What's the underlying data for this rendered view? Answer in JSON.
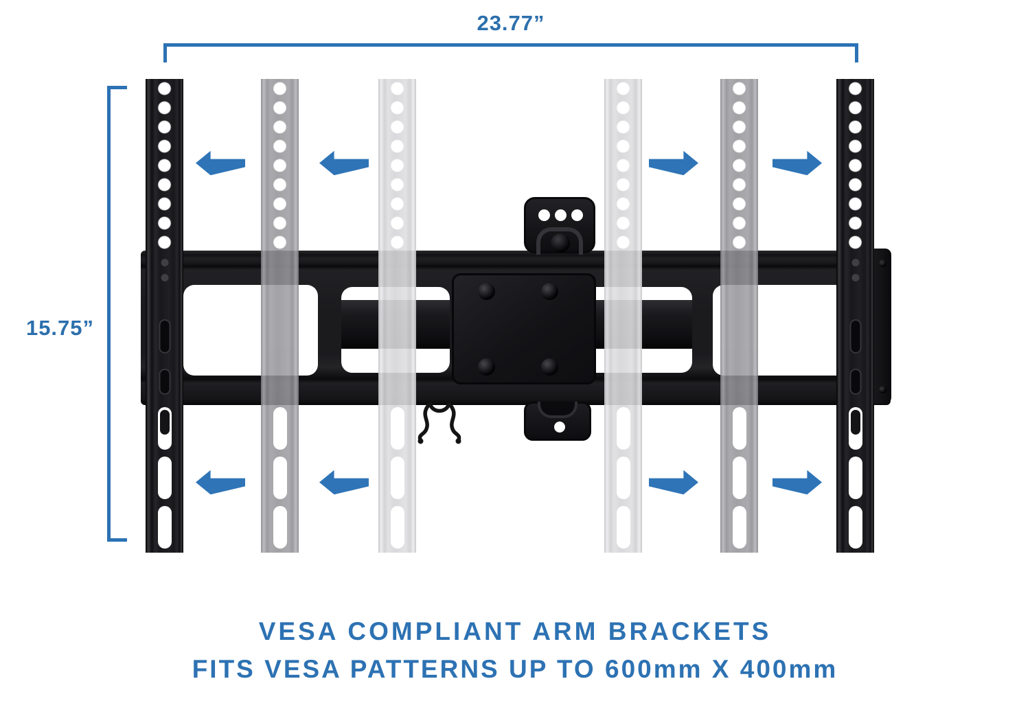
{
  "colors": {
    "accent_blue": "#2C72B4",
    "arrow_blue": "#2E74B7",
    "caption_blue": "#2D72B3",
    "bracket_black": "#1b1b1e",
    "ghost_dark_gray": "#97979b",
    "ghost_light_gray": "#d6d6d9",
    "background": "#ffffff"
  },
  "dimension_labels": {
    "width": "23.77”",
    "height": "15.75”"
  },
  "caption": {
    "line1": "VESA COMPLIANT ARM BRACKETS",
    "line2": "FITS VESA PATTERNS UP TO 600mm X 400mm"
  },
  "diagram": {
    "subject": "articulating TV wall mount with adjustable VESA arm brackets",
    "brackets": [
      {
        "name": "bracket-outer-left",
        "appearance": "solid-black"
      },
      {
        "name": "bracket-ghost-left-1",
        "appearance": "ghost-dark-gray"
      },
      {
        "name": "bracket-ghost-left-2",
        "appearance": "ghost-light-gray"
      },
      {
        "name": "bracket-ghost-right-1",
        "appearance": "ghost-light-gray"
      },
      {
        "name": "bracket-ghost-right-2",
        "appearance": "ghost-dark-gray"
      },
      {
        "name": "bracket-outer-right",
        "appearance": "solid-black"
      }
    ],
    "arrows": [
      {
        "name": "arrow-top-left-outer",
        "direction": "left"
      },
      {
        "name": "arrow-top-left-inner",
        "direction": "left"
      },
      {
        "name": "arrow-top-right-inner",
        "direction": "right"
      },
      {
        "name": "arrow-top-right-outer",
        "direction": "right"
      },
      {
        "name": "arrow-bottom-left-outer",
        "direction": "left"
      },
      {
        "name": "arrow-bottom-left-inner",
        "direction": "left"
      },
      {
        "name": "arrow-bottom-right-inner",
        "direction": "right"
      },
      {
        "name": "arrow-bottom-right-outer",
        "direction": "right"
      }
    ]
  }
}
